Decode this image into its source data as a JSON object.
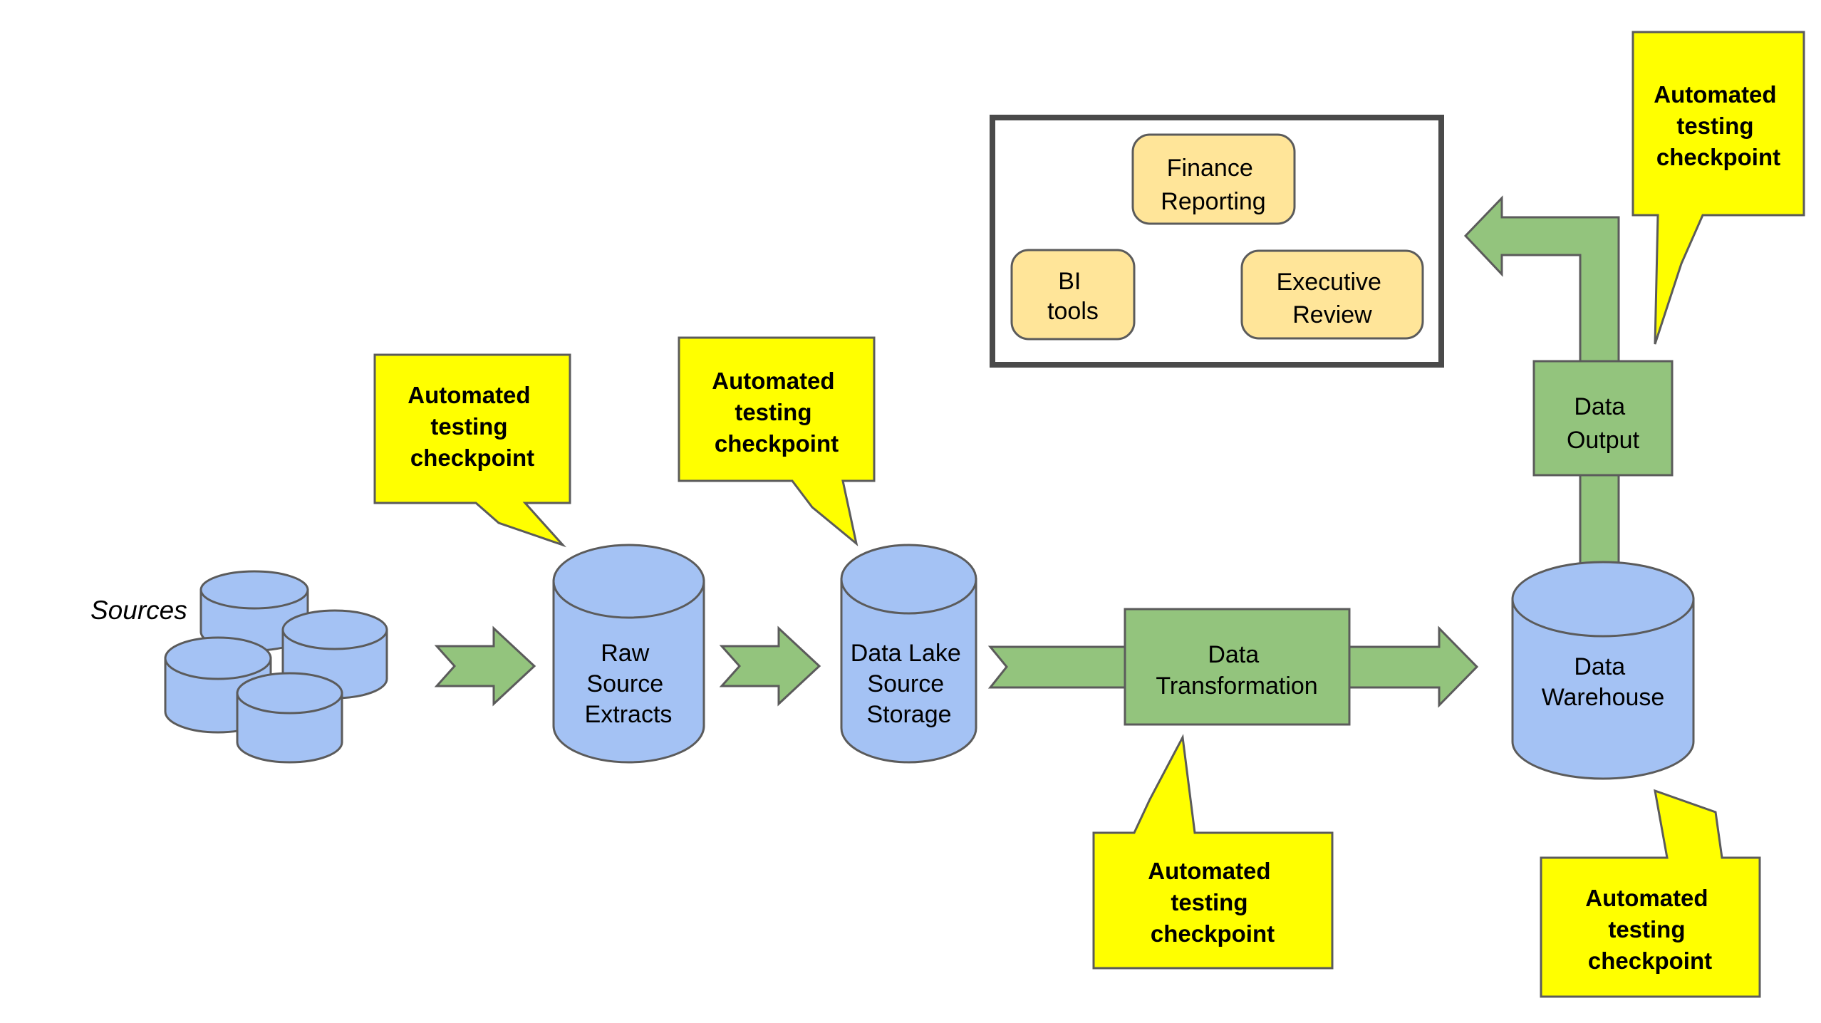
{
  "colors": {
    "cylinder-fill": "#a4c2f4",
    "green-fill": "#93c47d",
    "yellow-fill": "#ffff00",
    "tan-fill": "#ffe599",
    "shape-stroke": "#5b5b5b",
    "container-stroke": "#4a4a4a",
    "text": "#000000"
  },
  "labels": {
    "sources": "Sources",
    "raw_source_extracts": [
      "Raw",
      "Source",
      "Extracts"
    ],
    "data_lake": [
      "Data Lake",
      "Source",
      "Storage"
    ],
    "data_transformation": [
      "Data",
      "Transformation"
    ],
    "data_warehouse": [
      "Data",
      "Warehouse"
    ],
    "data_output": [
      "Data",
      "Output"
    ],
    "finance_reporting": [
      "Finance",
      "Reporting"
    ],
    "bi_tools": [
      "BI",
      "tools"
    ],
    "executive_review": [
      "Executive",
      "Review"
    ],
    "checkpoint": [
      "Automated",
      "testing",
      "checkpoint"
    ]
  }
}
